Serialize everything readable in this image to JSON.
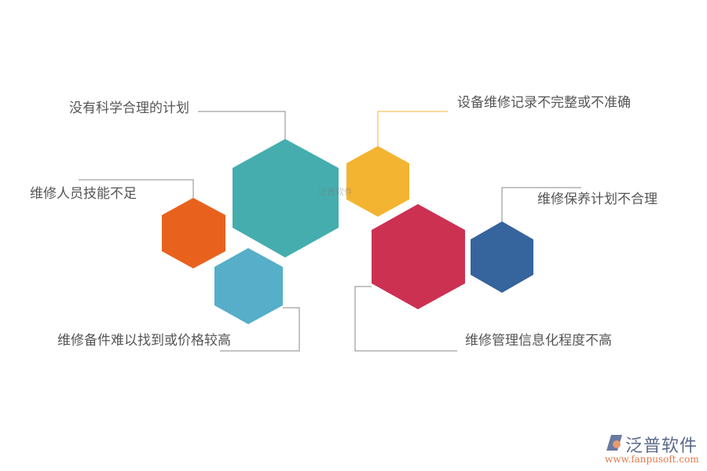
{
  "items": [
    {
      "label": "没有科学合理的计划",
      "color": "#45adad"
    },
    {
      "label": "设备维修记录不完整或不准确",
      "color": "#f3b431"
    },
    {
      "label": "维修人员技能不足",
      "color": "#e8621e"
    },
    {
      "label": "维修保养计划不合理",
      "color": "#36649c"
    },
    {
      "label": "维修备件难以找到或价格较高",
      "color": "#56aec8"
    },
    {
      "label": "维修管理信息化程度不高",
      "color": "#cc3152"
    }
  ],
  "watermark": "泛普软件",
  "logo": {
    "name": "泛普软件",
    "url": "www.fanpusoft.com"
  }
}
